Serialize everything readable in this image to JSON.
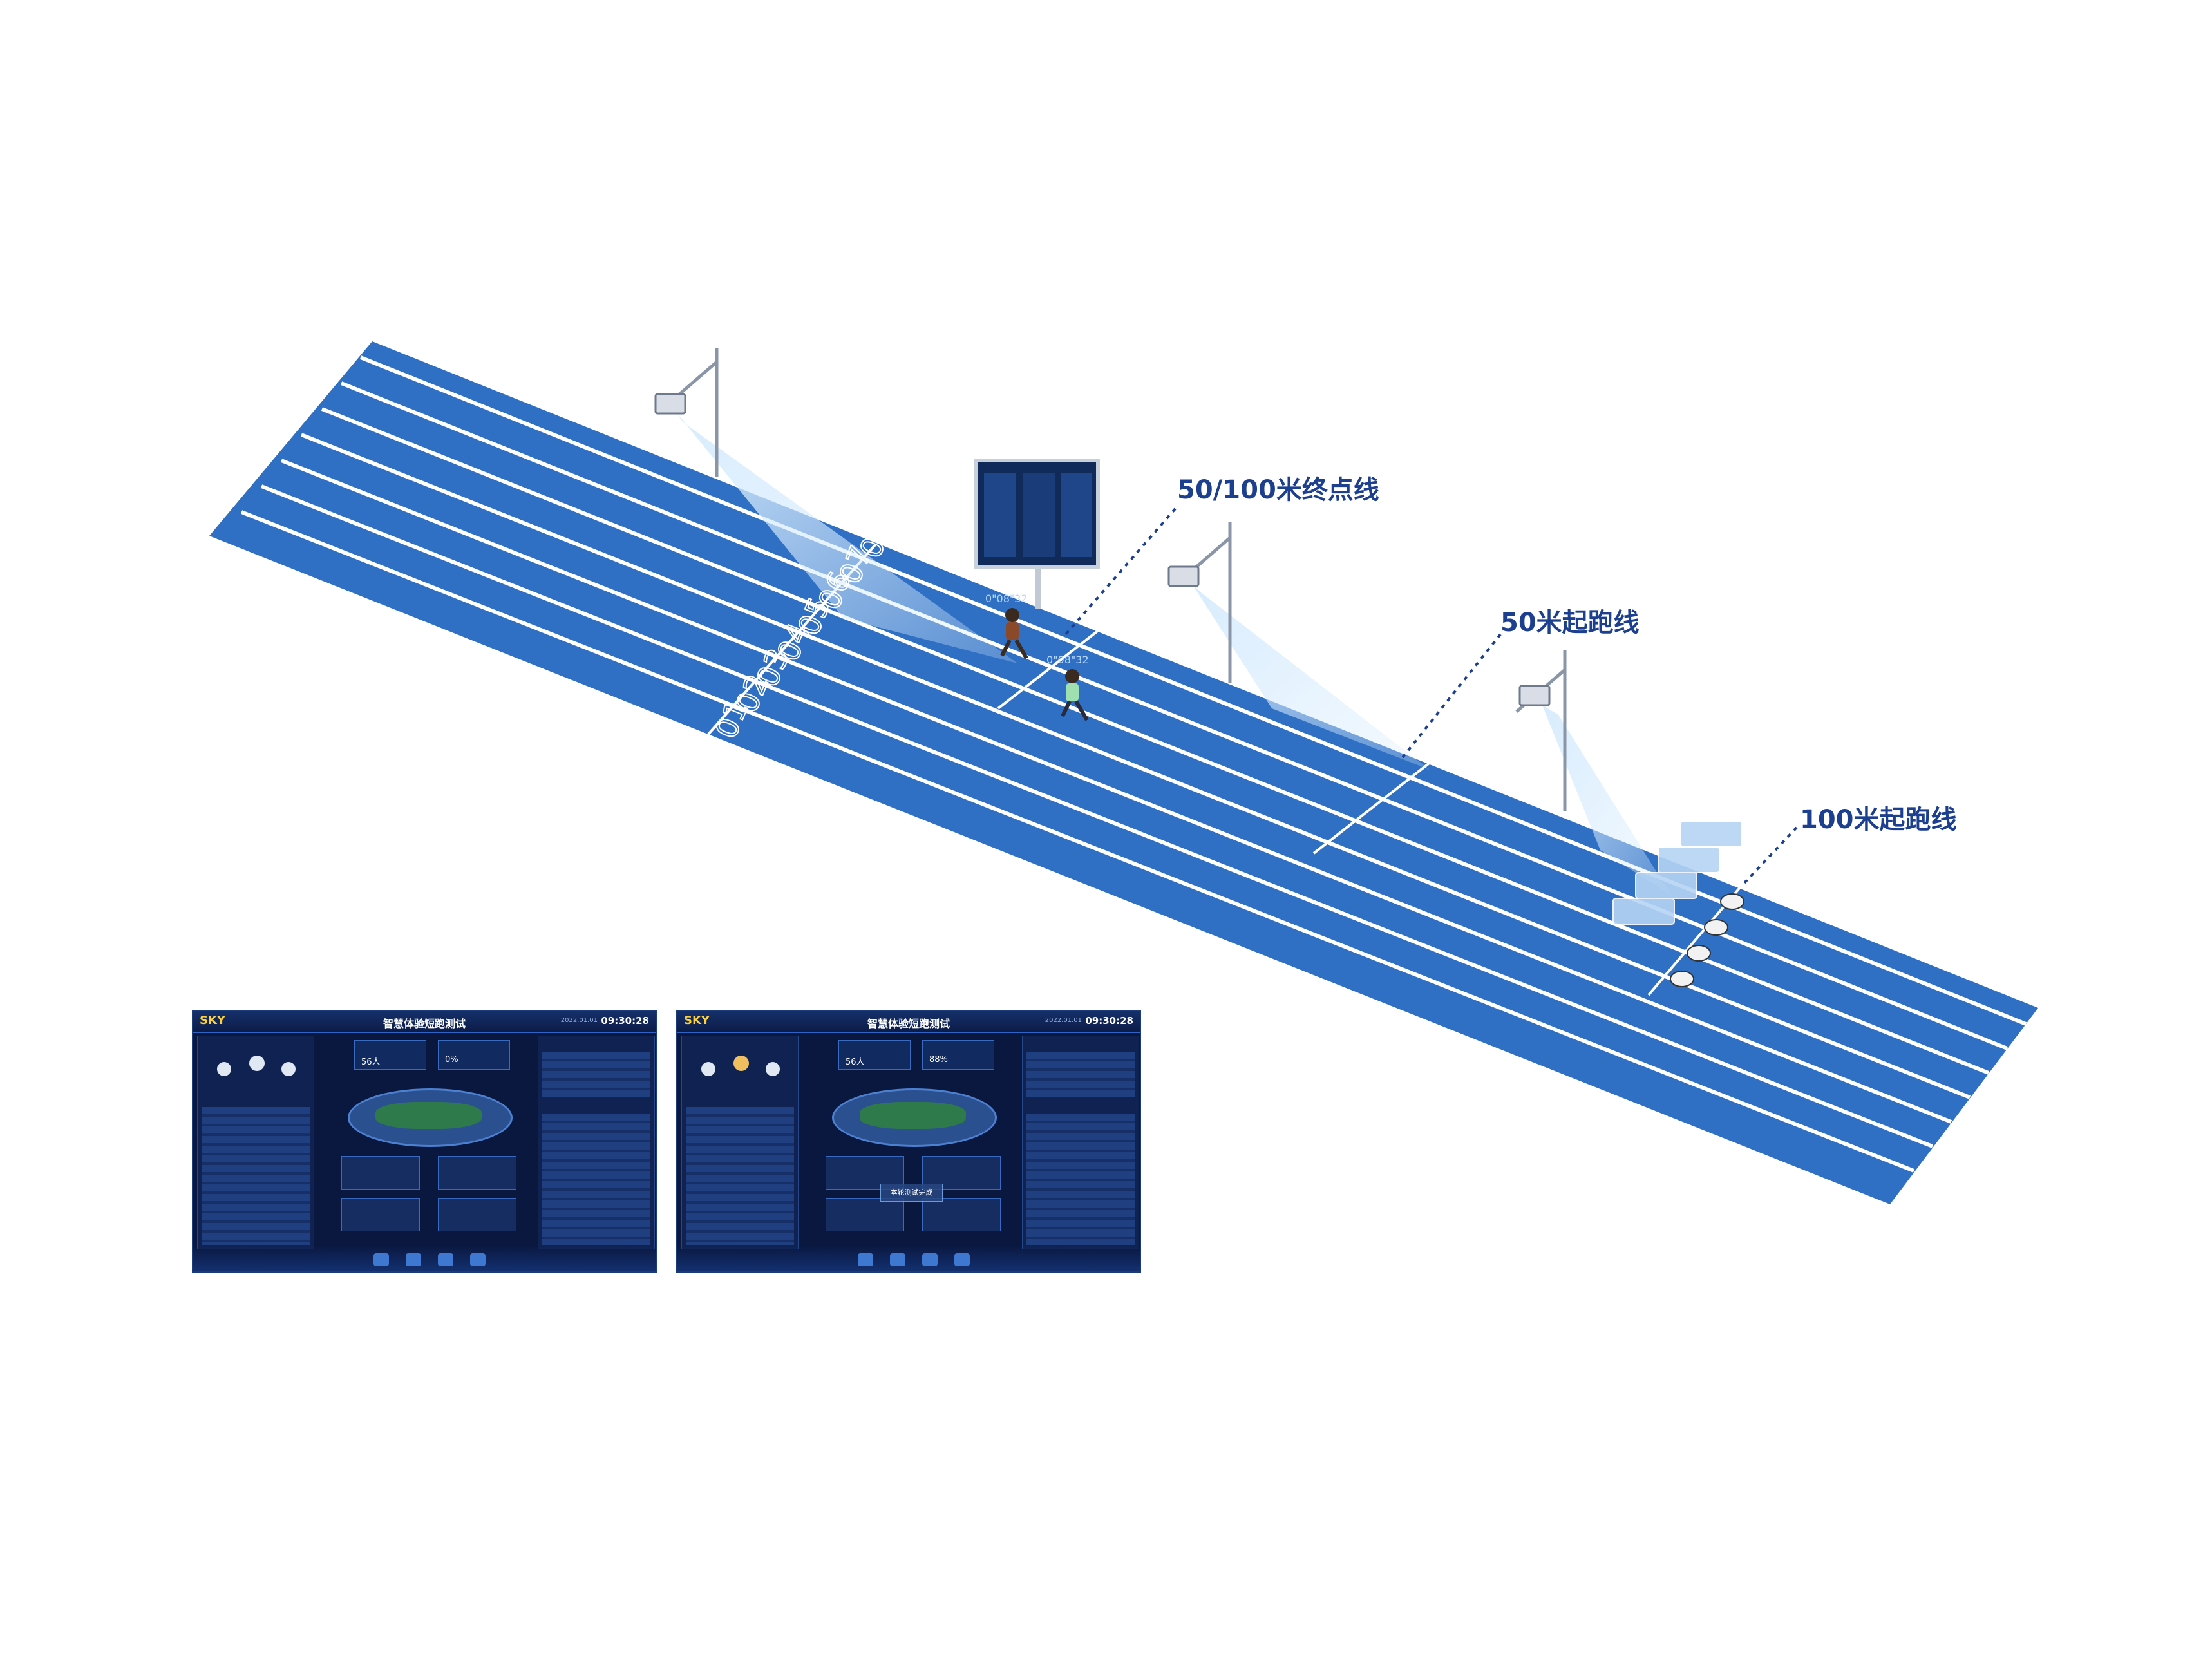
{
  "labels": {
    "finish_line": "50/100米终点线",
    "start_50": "50米起跑线",
    "start_100": "100米起跑线"
  },
  "lane_numbers": [
    "01",
    "02",
    "03",
    "04",
    "05",
    "06",
    "07",
    "08"
  ],
  "runner_timers": [
    "0\"08\"32",
    "0\"08\"32"
  ],
  "screens": [
    {
      "logo": "SKY",
      "title": "智慧体验短跑测试",
      "date": "2022.01.01",
      "time": "09:30:28",
      "stat_1": "56人",
      "stat_2": "0%",
      "banner": ""
    },
    {
      "logo": "SKY",
      "title": "智慧体验短跑测试",
      "date": "2022.01.01",
      "time": "09:30:28",
      "stat_1": "56人",
      "stat_2": "88%",
      "banner": "本轮测试完成"
    }
  ],
  "colors": {
    "track": "#2f6fc4",
    "track_dark": "#2759a8",
    "lane_line": "#ffffff",
    "callout_text": "#1c3f8f",
    "beam": "#cfe6fb",
    "screen_bg": "#0a1840"
  }
}
